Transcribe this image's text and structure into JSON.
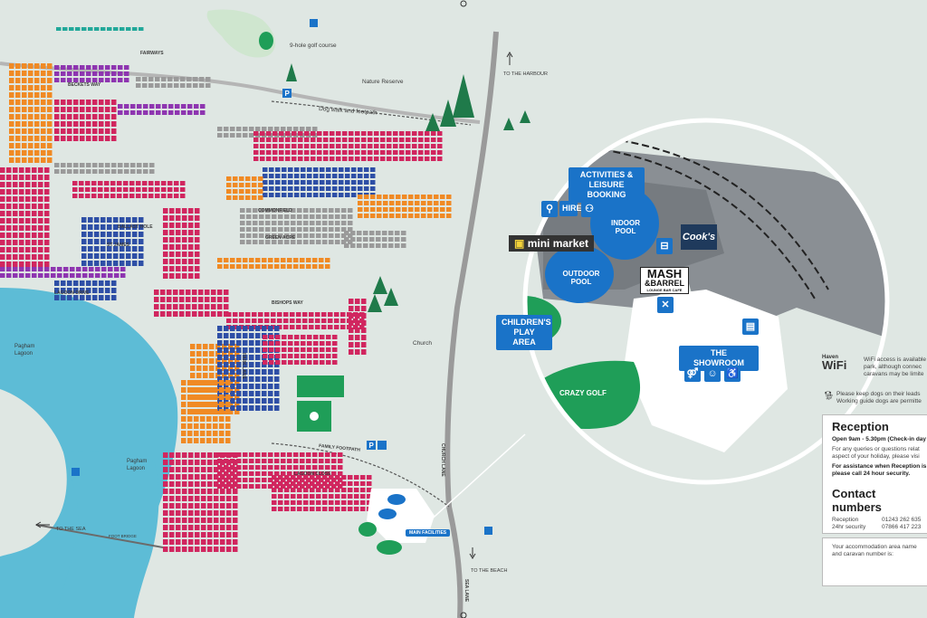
{
  "labels": {
    "golf": "9-hole golf course",
    "nature_reserve": "Nature Reserve",
    "dog_walk": "Dog walk and footpath",
    "to_harbour": "TO THE HARBOUR",
    "fairways": "FAIRWAYS",
    "beckets_way": "BECKETS WAY",
    "st_james": "ST JAMES",
    "ballast_hole": "BALLAST HOLE",
    "green_acre": "GREEN ACRE",
    "commonfield": "COMMONFIELD",
    "bishops_way": "BISHOPS WAY",
    "lagoon_drive": "LAGOON DRIVE",
    "lagoon_close": "LAGOON CLOSE",
    "park_lane": "PARK LANE",
    "family_footpath": "FAMILY FOOTPATH",
    "church": "Church",
    "church_lane": "CHURCH LANE",
    "lagoon_1": "Pagham\nLagoon",
    "lagoon_1a": "Pagham",
    "lagoon_1b": "Lagoon",
    "lagoon_2a": "Pagham",
    "lagoon_2b": "Lagoon",
    "to_sea": "TO THE SEA",
    "foot_bridge": "FOOT BRIDGE",
    "to_beach": "TO THE BEACH",
    "sea_lane": "SEA LANE",
    "main_facilities": "MAIN FACILITIES"
  },
  "facilities": {
    "activities": "ACTIVITIES &\nLEISURE BOOKING",
    "activities_1": "ACTIVITIES &",
    "activities_2": "LEISURE BOOKING",
    "indoor_pool_1": "INDOOR",
    "indoor_pool_2": "POOL",
    "outdoor_pool_1": "OUTDOOR",
    "outdoor_pool_2": "POOL",
    "childrens_1": "CHILDREN'S",
    "childrens_2": "PLAY AREA",
    "showroom": "THE SHOWROOM",
    "crazy_golf": "CRAZY GOLF",
    "mini_market": "mini market",
    "hire": "HIRE",
    "cooks": "Cook's",
    "mash": "MASH",
    "barrel": "&BARREL",
    "barrel_sub": "LOUNGE BAR CAFE"
  },
  "info": {
    "wifi_brand_1": "Haven",
    "wifi_brand_2": "WiFi",
    "wifi_text_1": "WiFi access is available",
    "wifi_text_2": "park, although connec",
    "wifi_text_3": "caravans may be limite",
    "dogs_1": "Please keep dogs on their leads",
    "dogs_2": "Working guide dogs are permitte"
  },
  "reception": {
    "title": "Reception",
    "hours": "Open 9am - 5.30pm (Check-in day",
    "queries_1": "For any queries or questions relat",
    "queries_2": "aspect of your holiday, please visi",
    "assist_1": "For assistance when Reception is",
    "assist_2": "please call 24 hour security."
  },
  "contacts": {
    "title": "Contact numbers",
    "rows": [
      {
        "label": "Reception",
        "number": "01243 262 635"
      },
      {
        "label": "24hr security",
        "number": "07866 417 223"
      }
    ]
  },
  "accommodation": {
    "line_1": "Your accommodation area name",
    "line_2": "and caravan number is:"
  },
  "colors": {
    "background": "#dfe7e3",
    "water": "#5dbcd6",
    "green": "#1f9e58",
    "blue": "#1a73c8",
    "magenta": "#d1265f",
    "orange": "#f08a24",
    "purple": "#8e35b0",
    "teal": "#22a89a",
    "grey": "#9a9a9a",
    "navy": "#2e4fa6"
  }
}
